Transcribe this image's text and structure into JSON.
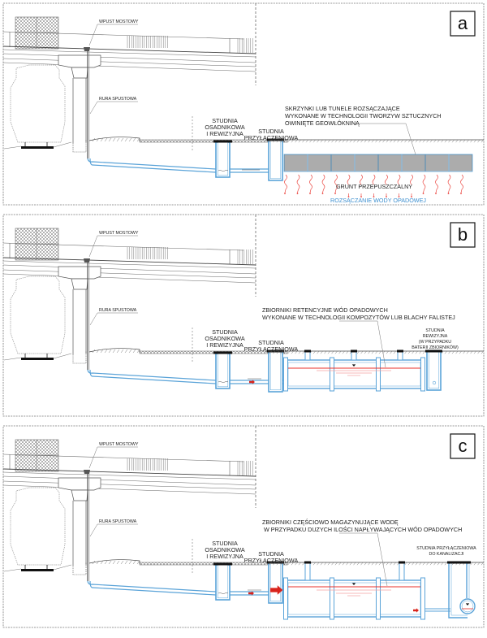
{
  "figure": {
    "panels": [
      {
        "id": "a",
        "letter": "a",
        "labels": {
          "inlet": "WPUST MOSTOWY",
          "downpipe": "RURA SPUSTOWA",
          "settling_well": [
            "STUDNIA",
            "OSADNIKOWA",
            "I REWIZYJNA"
          ],
          "connection_well": [
            "STUDNIA",
            "PRZYŁĄCZENIOWA"
          ],
          "main_note": [
            "SKRZYNKI LUB TUNELE ROZSĄCZAJĄCE",
            "WYKONANE W TECHNOLOGII TWORZYW SZTUCZNYCH",
            "OWINIĘTE GEOWŁÓKNINĄ"
          ],
          "soil": "GRUNT PRZEPUSZCZALNY",
          "infiltration": "ROZSĄCZANIE WODY OPADOWEJ"
        }
      },
      {
        "id": "b",
        "letter": "b",
        "labels": {
          "inlet": "WPUST MOSTOWY",
          "downpipe": "RURA SPUSTOWA",
          "settling_well": [
            "STUDNIA",
            "OSADNIKOWA",
            "I REWIZYJNA"
          ],
          "connection_well": [
            "STUDNIA",
            "PRZYŁĄCZENIOWA"
          ],
          "main_note": [
            "ZBIORNIKI RETENCYJNE WÓD OPADOWYCH",
            "WYKONANE W TECHNOLOGII KOMPOZYTÓW LUB BLACHY FALISTEJ"
          ],
          "inspection_well": [
            "STUDNIA",
            "REWIZYJNA",
            "(W PRZYPADKU",
            "BATERII ZBIORNIKÓW)"
          ]
        }
      },
      {
        "id": "c",
        "letter": "c",
        "labels": {
          "inlet": "WPUST MOSTOWY",
          "downpipe": "RURA SPUSTOWA",
          "settling_well": [
            "STUDNIA",
            "OSADNIKOWA",
            "I REWIZYJNA"
          ],
          "connection_well": [
            "STUDNIA",
            "PRZYŁĄCZENIOWA"
          ],
          "main_note": [
            "ZBIORNIKI CZĘŚCIOWO MAGAZYNUJĄCE WODĘ",
            "W PRZYPADKU DUZYCH ILOŚCI NAPŁYWAJĄCYCH WÓD OPADOWYCH"
          ],
          "sewer_well": [
            "STUDNIA PRZYŁĄCZENIOWA",
            "DO KANALIZACJI"
          ]
        }
      }
    ],
    "colors": {
      "pipe": "#5aa3d8",
      "water": "#e8322b",
      "water_light": "#f4a3a0",
      "arrow": "#d9241c",
      "line": "#555555",
      "dash": "#777777",
      "cover": "#111111"
    }
  }
}
